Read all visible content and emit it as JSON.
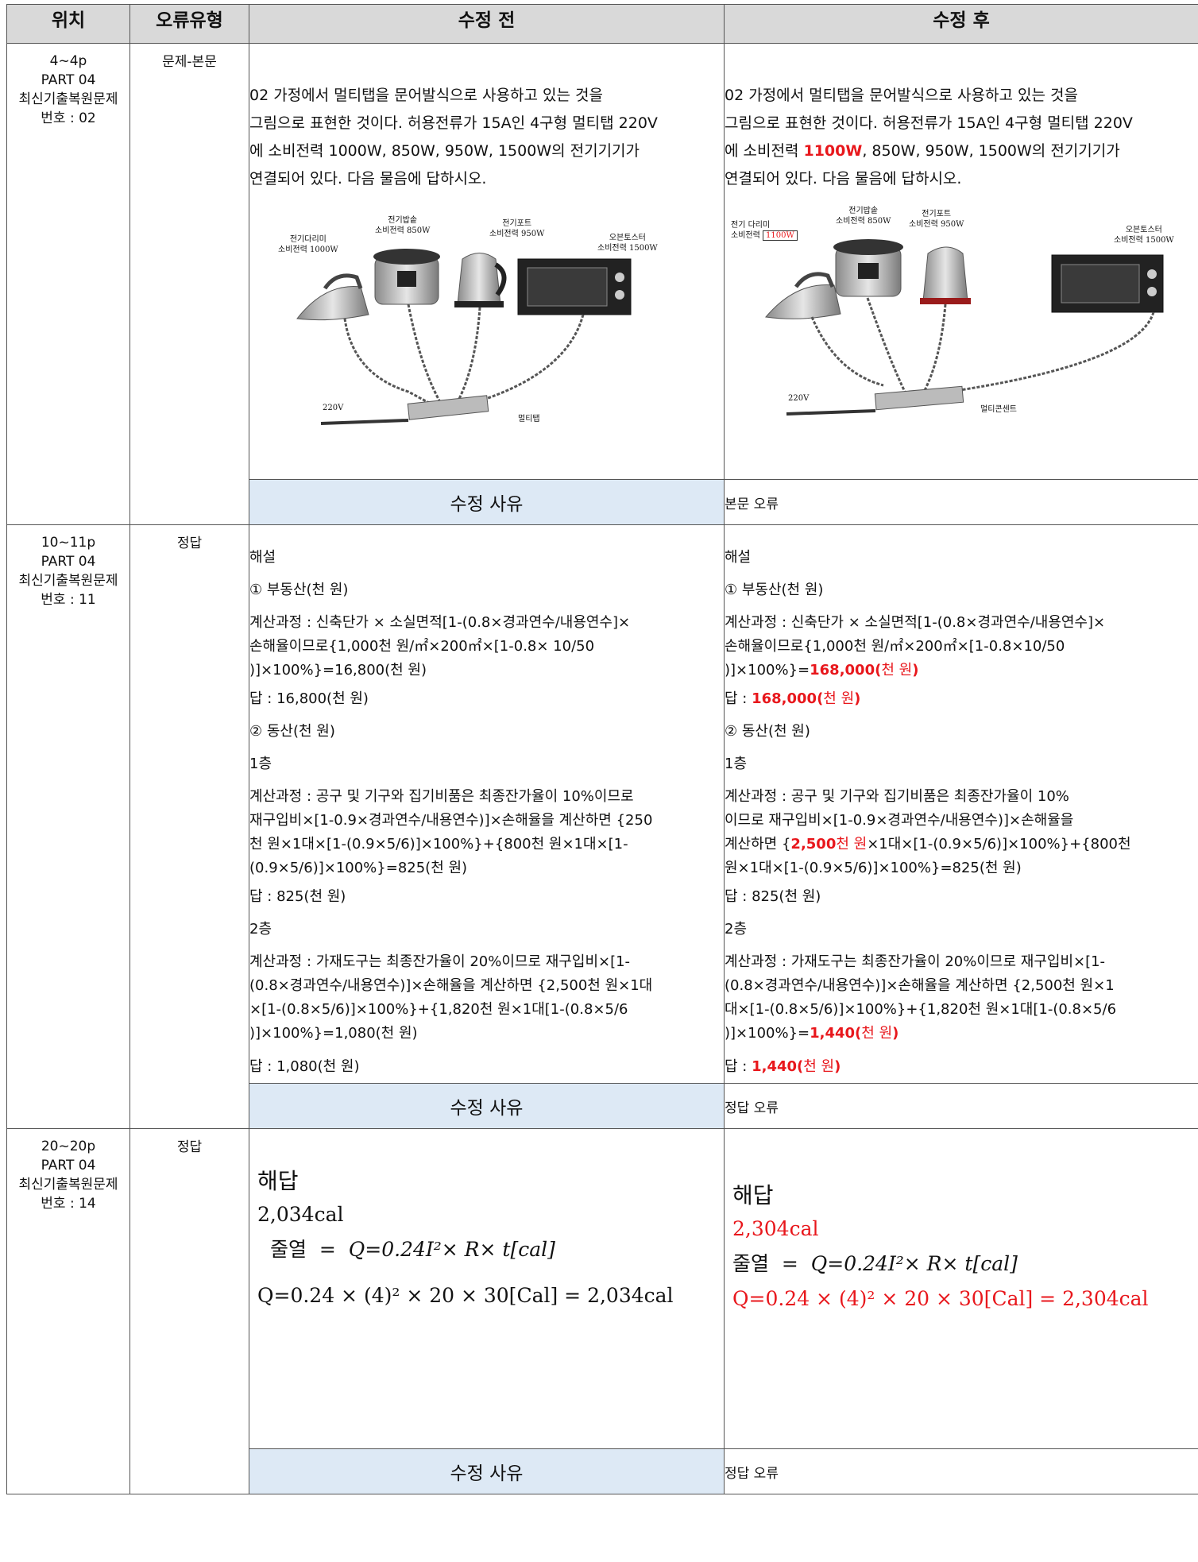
{
  "header": {
    "col1": "위치",
    "col2": "오류유형",
    "col3": "수정 전",
    "col4": "수정 후"
  },
  "rows": [
    {
      "loc1": "4~4p",
      "loc2": "PART 04",
      "loc3": "최신기출복원문제",
      "loc4": "번호 : 02",
      "type": "문제-본문",
      "before_lines": [
        "02 가정에서 멀티탭을 문어발식으로 사용하고 있는 것을",
        "그림으로 표현한 것이다. 허용전류가 15A인 4구형 멀티탭 220V",
        "에 소비전력 1000W, 850W, 950W, 1500W의 전기기기가",
        "연결되어 있다. 다음 물음에 답하시오."
      ],
      "after_lines": [
        "02 가정에서 멀티탭을 문어발식으로 사용하고 있는 것을",
        "그림으로 표현한 것이다. 허용전류가 15A인 4구형 멀티탭 220V"
      ],
      "after_l3_a": "에 소비전력 ",
      "after_l3_red": "1100W",
      "after_l3_b": ", 850W, 950W, 1500W의 전기기기가",
      "after_l4": "연결되어 있다. 다음 물음에 답하시오.",
      "before_fig": {
        "iron": "전기다리미",
        "iron_pw": "소비전력 1000W",
        "cooker": "전기밥솥",
        "cooker_pw": "소비전력 850W",
        "pot": "전기포트",
        "pot_pw": "소비전력 950W",
        "toaster": "오븐토스터",
        "toaster_pw": "소비전력 1500W",
        "volt": "220V",
        "tap": "멀티탭"
      },
      "after_fig": {
        "iron": "전기 다리미",
        "iron_pw_label": "소비전력",
        "iron_pw": "1100W",
        "cooker": "전기밥솥",
        "cooker_pw": "소비전력 850W",
        "pot": "전기포트",
        "pot_pw": "소비전력 950W",
        "toaster": "오븐토스터",
        "toaster_pw": "소비전력 1500W",
        "volt": "220V",
        "tap": "멀티콘센트"
      },
      "reason_label": "수정 사유",
      "reason": "본문 오류"
    },
    {
      "loc1": "10~11p",
      "loc2": "PART 04",
      "loc3": "최신기출복원문제",
      "loc4": "번호 : 11",
      "type": "정답",
      "before": {
        "l1": "해설",
        "l2": "① 부동산(천 원)",
        "l3": "계산과정 : 신축단가 × 소실면적[1-(0.8×경과연수/내용연수]×",
        "l4": "손해율이므로{1,000천 원/㎡×200㎡×[1-0.8× 10/50",
        "l5": ")]×100%}=16,800(천 원)",
        "l6": "답 : 16,800(천 원)",
        "l7": "② 동산(천 원)",
        "l8": "1층",
        "l9": "계산과정 : 공구 및 기구와 집기비품은 최종잔가율이 10%이므로",
        "l10": "재구입비×[1-0.9×경과연수/내용연수)]×손해율을 계산하면 {250",
        "l11": "천 원×1대×[1-(0.9×5/6)]×100%}+{800천 원×1대×[1-",
        "l12": "(0.9×5/6)]×100%}=825(천 원)",
        "l13": "답 : 825(천 원)",
        "l14": "2층",
        "l15": "계산과정 : 가재도구는 최종잔가율이 20%이므로 재구입비×[1-",
        "l16": "(0.8×경과연수/내용연수)]×손해율을 계산하면 {2,500천 원×1대",
        "l17": "×[1-(0.8×5/6)]×100%}+{1,820천 원×1대[1-(0.8×5/6",
        "l18": ")]×100%}=1,080(천 원)",
        "l19": "답 : 1,080(천 원)"
      },
      "after": {
        "l1": "해설",
        "l2": "① 부동산(천 원)",
        "l3": "계산과정 : 신축단가 × 소실면적[1-(0.8×경과연수/내용연수]×",
        "l4": "손해율이므로{1,000천 원/㎡×200㎡×[1-0.8×10/50",
        "l5_a": ")]×100%}=",
        "l5_rb": "168,000(",
        "l5_r": "천 원",
        "l5_rb2": ")",
        "l6_a": "답 : ",
        "l6_rb": "168,000(",
        "l6_r": "천 원",
        "l6_rb2": ")",
        "l7": "② 동산(천 원)",
        "l8": "1층",
        "l9": "계산과정 : 공구 및 기구와 집기비품은 최종잔가율이 10%",
        "l10": "이므로 재구입비×[1-0.9×경과연수/내용연수)]×손해율을",
        "l11_a": "계산하면 {",
        "l11_rb": "2,500",
        "l11_r": "천 원",
        "l11_b": "×1대×[1-(0.9×5/6)]×100%}+{800천",
        "l12": "원×1대×[1-(0.9×5/6)]×100%}=825(천 원)",
        "l13": "답 : 825(천 원)",
        "l14": "2층",
        "l15": "계산과정 : 가재도구는 최종잔가율이 20%이므로 재구입비×[1-",
        "l16": "(0.8×경과연수/내용연수)]×손해율을 계산하면 {2,500천 원×1",
        "l17": "대×[1-(0.8×5/6)]×100%}+{1,820천 원×1대[1-(0.8×5/6",
        "l18_a": ")]×100%}=",
        "l18_rb": "1,440(",
        "l18_r": "천 원",
        "l18_rb2": ")",
        "l19_a": "답 : ",
        "l19_rb": "1,440(",
        "l19_r": "천 원",
        "l19_rb2": ")"
      },
      "reason_label": "수정 사유",
      "reason": "정답 오류"
    },
    {
      "loc1": "20~20p",
      "loc2": "PART 04",
      "loc3": "최신기출복원문제",
      "loc4": "번호 : 14",
      "type": "정답",
      "before": {
        "title": "해답",
        "value": "2,034cal",
        "formula_label": "줄열",
        "eq_eq": "=",
        "formula": "Q=0.24I²× R× t[cal]",
        "calc": "Q=0.24 × (4)² × 20 × 30[Cal] = 2,034cal"
      },
      "after": {
        "title": "해답",
        "value": "2,304cal",
        "formula_label": "줄열",
        "eq_eq": "=",
        "formula": "Q=0.24I²× R× t[cal]",
        "calc": "Q=0.24 × (4)² × 20 × 30[Cal] = 2,304cal"
      },
      "reason_label": "수정 사유",
      "reason": "정답 오류"
    }
  ],
  "colors": {
    "header_bg": "#d9d9d9",
    "reason_bg": "#dde9f5",
    "highlight": "#e8171c"
  }
}
